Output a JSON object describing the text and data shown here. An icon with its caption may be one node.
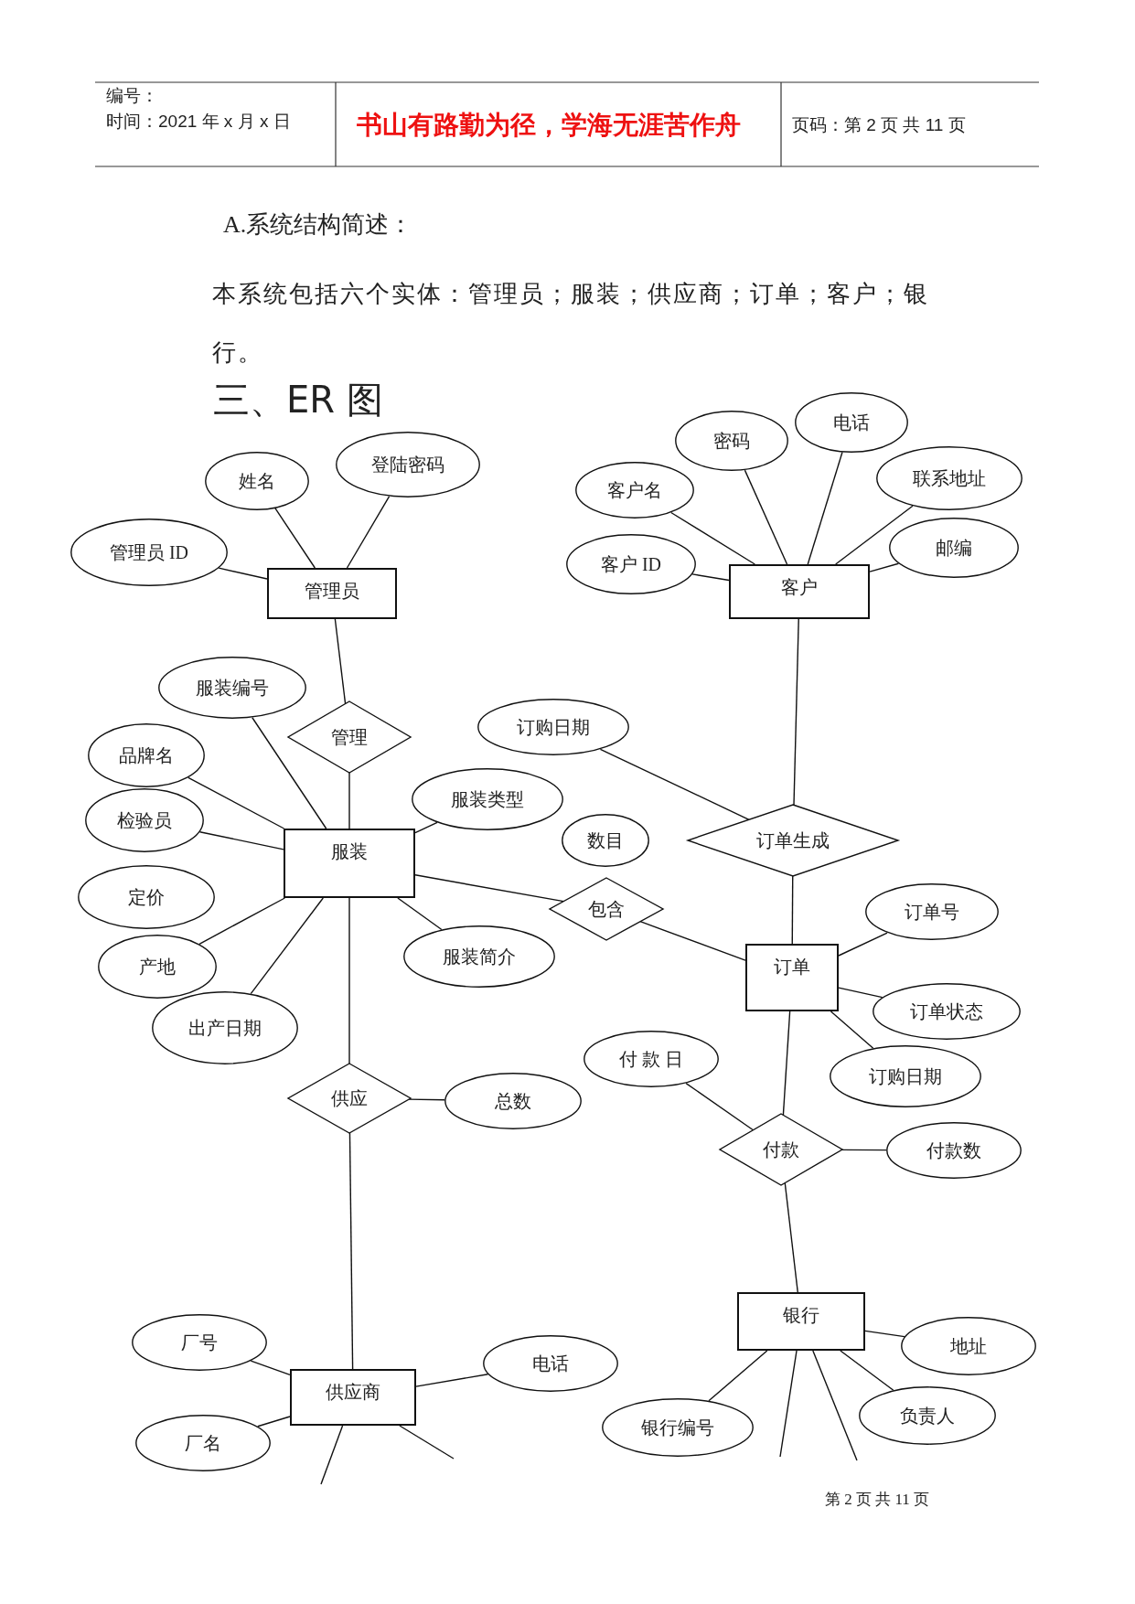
{
  "diagram": {
    "title": "三、ER 图",
    "nodes": [
      {
        "text": [
          "管理员"
        ]
      },
      {
        "text": [
          "姓名"
        ]
      },
      {
        "text": [
          "登陆密码"
        ]
      },
      {
        "text": [
          "管理员 ID"
        ]
      },
      {
        "text": [
          "管理"
        ]
      },
      {
        "text": [
          "服装"
        ]
      },
      {
        "text": [
          "服装编号"
        ]
      },
      {
        "text": [
          "品牌名"
        ]
      },
      {
        "text": [
          "检验员"
        ]
      },
      {
        "text": [
          "定价"
        ]
      },
      {
        "text": [
          "产地"
        ]
      },
      {
        "text": [
          "出产日期"
        ]
      },
      {
        "text": [
          "服装类型"
        ]
      },
      {
        "text": [
          "服装简介"
        ]
      },
      {
        "text": [
          "数目"
        ]
      },
      {
        "text": [
          "包含"
        ]
      },
      {
        "text": [
          "客户"
        ]
      },
      {
        "text": [
          "客户名"
        ]
      },
      {
        "text": [
          "密码"
        ]
      },
      {
        "text": [
          "电话"
        ]
      },
      {
        "text": [
          "联系地址"
        ]
      },
      {
        "text": [
          "客户 ID"
        ]
      },
      {
        "text": [
          "邮编"
        ]
      },
      {
        "text": [
          "订购日期"
        ]
      },
      {
        "text": [
          "订单生成"
        ]
      },
      {
        "text": [
          "订单"
        ]
      },
      {
        "text": [
          "订单号"
        ]
      },
      {
        "text": [
          "订单状态"
        ]
      },
      {
        "text": [
          "订购日期"
        ]
      },
      {
        "text": [
          "付 款 日"
        ]
      },
      {
        "text": [
          "付款"
        ]
      },
      {
        "text": [
          "付款数"
        ]
      },
      {
        "text": [
          "供应"
        ]
      },
      {
        "text": [
          "总数"
        ]
      },
      {
        "text": [
          "银行"
        ]
      },
      {
        "text": [
          "地址"
        ]
      },
      {
        "text": [
          "负责人"
        ]
      },
      {
        "text": [
          "银行编号"
        ]
      },
      {
        "text": [
          "供应商"
        ]
      },
      {
        "text": [
          "厂号"
        ]
      },
      {
        "text": [
          "厂名"
        ]
      },
      {
        "text": [
          "电话"
        ]
      }
    ],
    "edges": [
      {
        "from": 1,
        "to": 0,
        "arrow": "none"
      },
      {
        "from": 2,
        "to": 0,
        "arrow": "none"
      },
      {
        "from": 3,
        "to": 0,
        "arrow": "none"
      },
      {
        "from": 0,
        "to": 4,
        "arrow": "none"
      },
      {
        "from": 4,
        "to": 5,
        "arrow": "none"
      },
      {
        "from": 6,
        "to": 5,
        "arrow": "none"
      },
      {
        "from": 7,
        "to": 5,
        "arrow": "none"
      },
      {
        "from": 8,
        "to": 5,
        "arrow": "none"
      },
      {
        "from": 10,
        "to": 5,
        "arrow": "none"
      },
      {
        "from": 11,
        "to": 5,
        "arrow": "none"
      },
      {
        "from": 12,
        "to": 5,
        "arrow": "none"
      },
      {
        "from": 13,
        "to": 5,
        "arrow": "none"
      },
      {
        "from": 5,
        "to": 15,
        "arrow": "none"
      },
      {
        "from": 15,
        "to": 25,
        "arrow": "none"
      },
      {
        "from": 5,
        "to": 32,
        "arrow": "none"
      },
      {
        "from": 32,
        "to": 33,
        "arrow": "none"
      },
      {
        "from": 32,
        "to": 38,
        "arrow": "none"
      },
      {
        "from": 17,
        "to": 16,
        "arrow": "none"
      },
      {
        "from": 18,
        "to": 16,
        "arrow": "none"
      },
      {
        "from": 19,
        "to": 16,
        "arrow": "none"
      },
      {
        "from": 20,
        "to": 16,
        "arrow": "none"
      },
      {
        "from": 21,
        "to": 16,
        "arrow": "none"
      },
      {
        "from": 22,
        "to": 16,
        "arrow": "none"
      },
      {
        "from": 16,
        "to": 24,
        "arrow": "none"
      },
      {
        "from": 23,
        "to": 24,
        "arrow": "none"
      },
      {
        "from": 24,
        "to": 25,
        "arrow": "none"
      },
      {
        "from": 26,
        "to": 25,
        "arrow": "none"
      },
      {
        "from": 27,
        "to": 25,
        "arrow": "none"
      },
      {
        "from": 28,
        "to": 25,
        "arrow": "none"
      },
      {
        "from": 25,
        "to": 30,
        "arrow": "none"
      },
      {
        "from": 29,
        "to": 30,
        "arrow": "none"
      },
      {
        "from": 30,
        "to": 31,
        "arrow": "none"
      },
      {
        "from": 30,
        "to": 34,
        "arrow": "none"
      },
      {
        "from": 35,
        "to": 34,
        "arrow": "none"
      },
      {
        "from": 36,
        "to": 34,
        "arrow": "none"
      },
      {
        "from": 37,
        "to": 34,
        "arrow": "none"
      },
      {
        "from": 39,
        "to": 38,
        "arrow": "none"
      },
      {
        "from": 40,
        "to": 38,
        "arrow": "none"
      },
      {
        "from": 41,
        "to": 38,
        "arrow": "none"
      },
      {
        "from": 38,
        "to": null,
        "arrow": "none"
      },
      {
        "from": 38,
        "to": null,
        "arrow": "none"
      },
      {
        "from": 34,
        "to": null,
        "arrow": "none"
      },
      {
        "from": 34,
        "to": null,
        "arrow": "none"
      }
    ],
    "labels": [
      "编号：",
      "时间：2021 年 x 月 x 日",
      "书山有路勤为径，学海无涯苦作舟",
      "页码：第 2 页 共 11 页",
      "A.系统结构简述：",
      "本系统包括六个实体：管理员；服装；供应商；订单；客户；银行。",
      "第 2 页 共 11 页"
    ]
  }
}
